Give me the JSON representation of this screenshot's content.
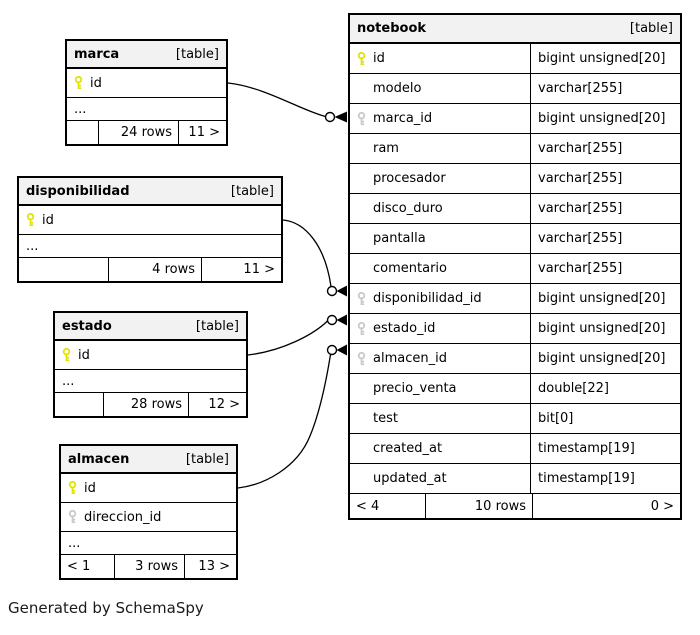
{
  "diagram": {
    "generated_by": "Generated by SchemaSpy"
  },
  "colors": {
    "primary_key": "#e3e300",
    "foreign_key": "#c9c9c9",
    "header_bg": "#f2f2f2",
    "line": "#000000"
  },
  "tables": {
    "notebook": {
      "title": "notebook",
      "badge": "[table]",
      "columns": [
        {
          "name": "id",
          "type": "bigint unsigned[20]",
          "key": "primary"
        },
        {
          "name": "modelo",
          "type": "varchar[255]",
          "key": "none"
        },
        {
          "name": "marca_id",
          "type": "bigint unsigned[20]",
          "key": "foreign"
        },
        {
          "name": "ram",
          "type": "varchar[255]",
          "key": "none"
        },
        {
          "name": "procesador",
          "type": "varchar[255]",
          "key": "none"
        },
        {
          "name": "disco_duro",
          "type": "varchar[255]",
          "key": "none"
        },
        {
          "name": "pantalla",
          "type": "varchar[255]",
          "key": "none"
        },
        {
          "name": "comentario",
          "type": "varchar[255]",
          "key": "none"
        },
        {
          "name": "disponibilidad_id",
          "type": "bigint unsigned[20]",
          "key": "foreign"
        },
        {
          "name": "estado_id",
          "type": "bigint unsigned[20]",
          "key": "foreign"
        },
        {
          "name": "almacen_id",
          "type": "bigint unsigned[20]",
          "key": "foreign"
        },
        {
          "name": "precio_venta",
          "type": "double[22]",
          "key": "none"
        },
        {
          "name": "test",
          "type": "bit[0]",
          "key": "none"
        },
        {
          "name": "created_at",
          "type": "timestamp[19]",
          "key": "none"
        },
        {
          "name": "updated_at",
          "type": "timestamp[19]",
          "key": "none"
        }
      ],
      "footer": {
        "left": "< 4",
        "center": "10 rows",
        "right": "0 >"
      }
    },
    "marca": {
      "title": "marca",
      "badge": "[table]",
      "columns": [
        {
          "name": "id",
          "key": "primary"
        },
        {
          "name": "...",
          "key": "dots"
        }
      ],
      "footer": {
        "left": "",
        "center": "24 rows",
        "right": "11 >"
      }
    },
    "disponibilidad": {
      "title": "disponibilidad",
      "badge": "[table]",
      "columns": [
        {
          "name": "id",
          "key": "primary"
        },
        {
          "name": "...",
          "key": "dots"
        }
      ],
      "footer": {
        "left": "",
        "center": "4 rows",
        "right": "11 >"
      }
    },
    "estado": {
      "title": "estado",
      "badge": "[table]",
      "columns": [
        {
          "name": "id",
          "key": "primary"
        },
        {
          "name": "...",
          "key": "dots"
        }
      ],
      "footer": {
        "left": "",
        "center": "28 rows",
        "right": "12 >"
      }
    },
    "almacen": {
      "title": "almacen",
      "badge": "[table]",
      "columns": [
        {
          "name": "id",
          "key": "primary"
        },
        {
          "name": "direccion_id",
          "key": "foreign"
        },
        {
          "name": "...",
          "key": "dots"
        }
      ],
      "footer": {
        "left": "< 1",
        "center": "3 rows",
        "right": "13 >"
      }
    }
  },
  "relationships": [
    {
      "from": "marca.id",
      "to": "notebook.marca_id"
    },
    {
      "from": "disponibilidad.id",
      "to": "notebook.disponibilidad_id"
    },
    {
      "from": "estado.id",
      "to": "notebook.estado_id"
    },
    {
      "from": "almacen.id",
      "to": "notebook.almacen_id"
    }
  ]
}
